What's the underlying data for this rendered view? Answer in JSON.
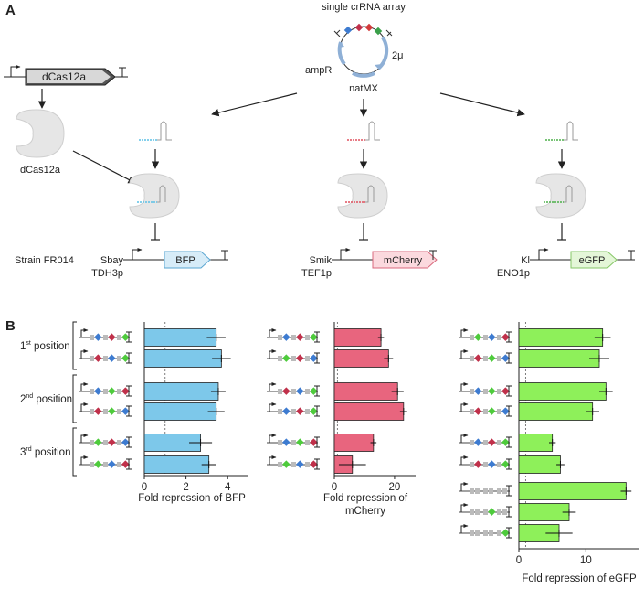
{
  "panel_a": {
    "letter": "A",
    "plasmid": {
      "title": "single crRNA array",
      "origin": "2μ",
      "resistance_left": "ampR",
      "marker_bottom": "natMX"
    },
    "dcas_gene": "dCas12a",
    "dcas_protein": "dCas12a",
    "strain": "Strain FR014",
    "reporters": [
      {
        "promoter_line1": "Sbay",
        "promoter_line2": "TDH3p",
        "gene": "BFP",
        "fill": "#d7ecf8",
        "stroke": "#5aa6d2",
        "guide_color": "#5bc0e6"
      },
      {
        "promoter_line1": "Smik",
        "promoter_line2": "TEF1p",
        "gene": "mCherry",
        "fill": "#fbd9de",
        "stroke": "#d9687c",
        "guide_color": "#e0505e"
      },
      {
        "promoter_line1": "Kl",
        "promoter_line2": "ENO1p",
        "gene": "eGFP",
        "fill": "#e4f6d8",
        "stroke": "#86c767",
        "guide_color": "#4db04a"
      }
    ]
  },
  "panel_b": {
    "letter": "B",
    "row_groups": [
      {
        "label": "position",
        "prefix": "1",
        "sup": "st"
      },
      {
        "label": "position",
        "prefix": "2",
        "sup": "nd"
      },
      {
        "label": "position",
        "prefix": "3",
        "sup": "rd"
      }
    ]
  },
  "chart_data": [
    {
      "type": "bar",
      "orientation": "horizontal",
      "xlabel": "Fold repression of BFP",
      "xlim": [
        0,
        5
      ],
      "xticks": [
        0,
        2,
        4
      ],
      "reference_line": 1,
      "values": [
        3.45,
        3.7,
        3.55,
        3.45,
        2.7,
        3.1
      ],
      "errors": [
        0.45,
        0.45,
        0.35,
        0.4,
        0.55,
        0.35
      ],
      "color": "#7dc8ea"
    },
    {
      "type": "bar",
      "orientation": "horizontal",
      "xlabel": "Fold repression of mCherry",
      "xlim": [
        0,
        27
      ],
      "xticks": [
        0,
        20
      ],
      "reference_line": 1,
      "values": [
        15.5,
        18,
        21,
        23,
        13,
        6
      ],
      "errors": [
        1,
        1.5,
        2,
        1.2,
        1,
        4.5
      ],
      "color": "#e8657e"
    },
    {
      "type": "bar",
      "orientation": "horizontal",
      "xlabel": "Fold repression of eGFP",
      "xlim": [
        0,
        18
      ],
      "xticks": [
        0,
        10
      ],
      "reference_line": 1,
      "values": [
        12.5,
        12,
        13,
        11,
        5,
        6.2,
        16,
        7.5,
        6
      ],
      "errors": [
        1.2,
        1.5,
        1,
        1,
        0.5,
        0.6,
        0.8,
        1,
        2
      ],
      "color": "#8ef05a"
    }
  ]
}
